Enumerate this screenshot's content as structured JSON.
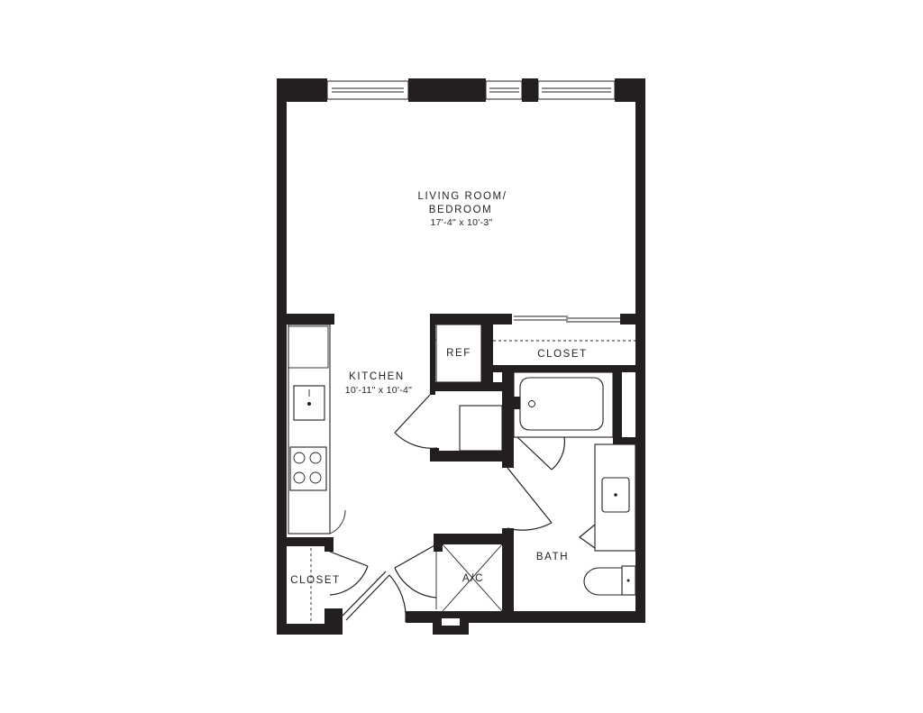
{
  "rooms": {
    "living": {
      "name_line1": "LIVING ROOM/",
      "name_line2": "BEDROOM",
      "dimensions": "17'-4\" x 10'-3\""
    },
    "kitchen": {
      "name": "KITCHEN",
      "dimensions": "10'-11\" x 10'-4\""
    },
    "bath": {
      "name": "BATH"
    },
    "closet_main": {
      "name": "CLOSET"
    },
    "closet_entry": {
      "name": "CLOSET"
    },
    "ref": {
      "name": "REF"
    },
    "ac": {
      "name": "A/C"
    }
  },
  "colors": {
    "wall": "#231f20",
    "background": "#ffffff"
  }
}
